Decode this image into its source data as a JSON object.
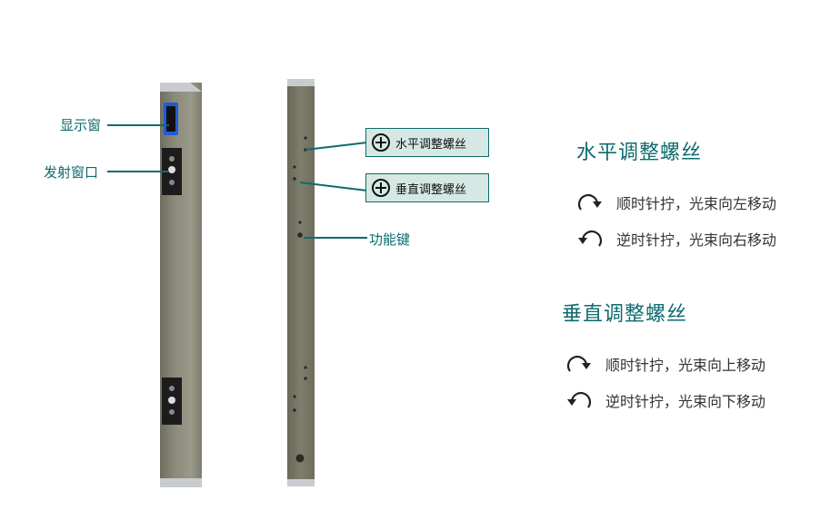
{
  "callouts": {
    "display_window": "显示窗",
    "emit_window": "发射窗口",
    "horizontal_screw": "水平调整螺丝",
    "vertical_screw": "垂直调整螺丝",
    "function_key": "功能键"
  },
  "sections": {
    "horizontal": {
      "title": "水平调整螺丝",
      "clockwise": "顺时针拧，光束向左移动",
      "counterclockwise": "逆时针拧，光束向右移动"
    },
    "vertical": {
      "title": "垂直调整螺丝",
      "clockwise": "顺时针拧，光束向上移动",
      "counterclockwise": "逆时针拧，光束向下移动"
    }
  },
  "colors": {
    "accent": "#0e6a6e",
    "label_box": "#d5e8e4",
    "display_window": "#1f5bd6"
  },
  "icons": [
    "plus-circle-icon",
    "clockwise-arrow-icon",
    "counterclockwise-arrow-icon"
  ]
}
